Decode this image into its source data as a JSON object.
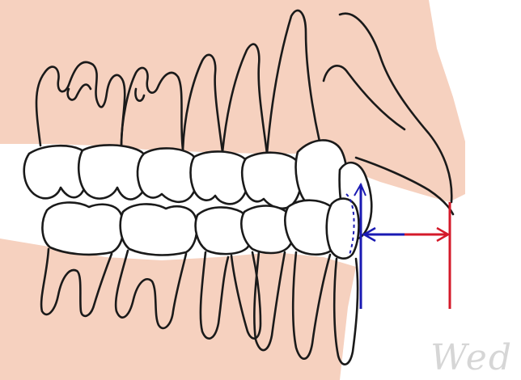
{
  "diagram": {
    "colors": {
      "gum": "#f6d1bf",
      "outline": "#1a1a1a",
      "tooth_fill": "#ffffff",
      "blue_measure": "#1a1ab3",
      "red_measure": "#d41a2a",
      "background": "#ffffff"
    },
    "parts": [
      "upper-gum",
      "upper-teeth",
      "lower-teeth",
      "roots",
      "incisor-blue-reference",
      "red-reference-line",
      "overjet-arrow"
    ],
    "watermark_text": "Wed"
  }
}
